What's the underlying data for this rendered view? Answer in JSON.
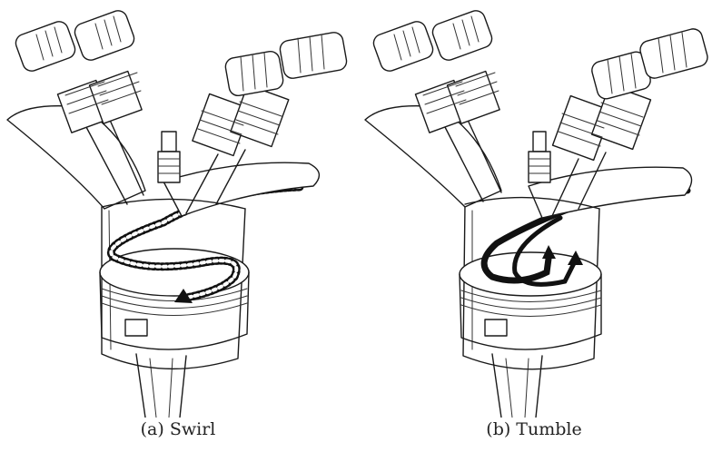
{
  "figure": {
    "panels": [
      {
        "caption": "(a) Swirl",
        "flow_pattern": "swirl"
      },
      {
        "caption": "(b) Tumble",
        "flow_pattern": "tumble"
      }
    ]
  },
  "colors": {
    "line": "#1a1a1a",
    "flow_arrow": "#111111",
    "background": "#ffffff"
  }
}
